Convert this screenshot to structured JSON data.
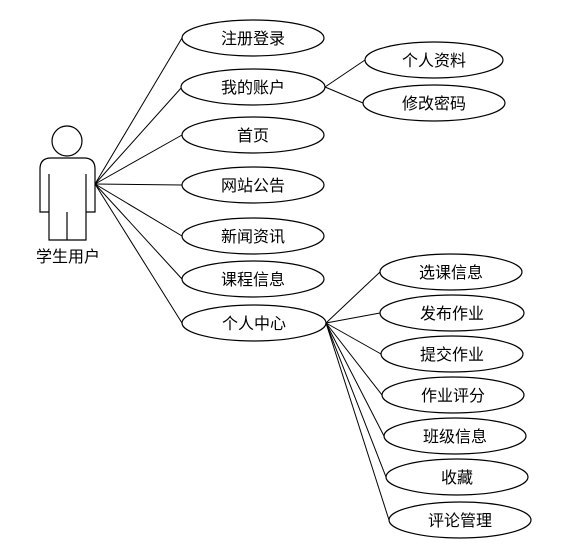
{
  "actor": {
    "label": "学生用户"
  },
  "use_cases": {
    "register_login": "注册登录",
    "my_account": "我的账户",
    "personal_info": "个人资料",
    "change_password": "修改密码",
    "home": "首页",
    "site_notice": "网站公告",
    "news": "新闻资讯",
    "course_info": "课程信息",
    "personal_center": "个人中心",
    "course_selection": "选课信息",
    "publish_homework": "发布作业",
    "submit_homework": "提交作业",
    "homework_grading": "作业评分",
    "class_info": "班级信息",
    "favorites": "收藏",
    "comment_management": "评论管理"
  }
}
